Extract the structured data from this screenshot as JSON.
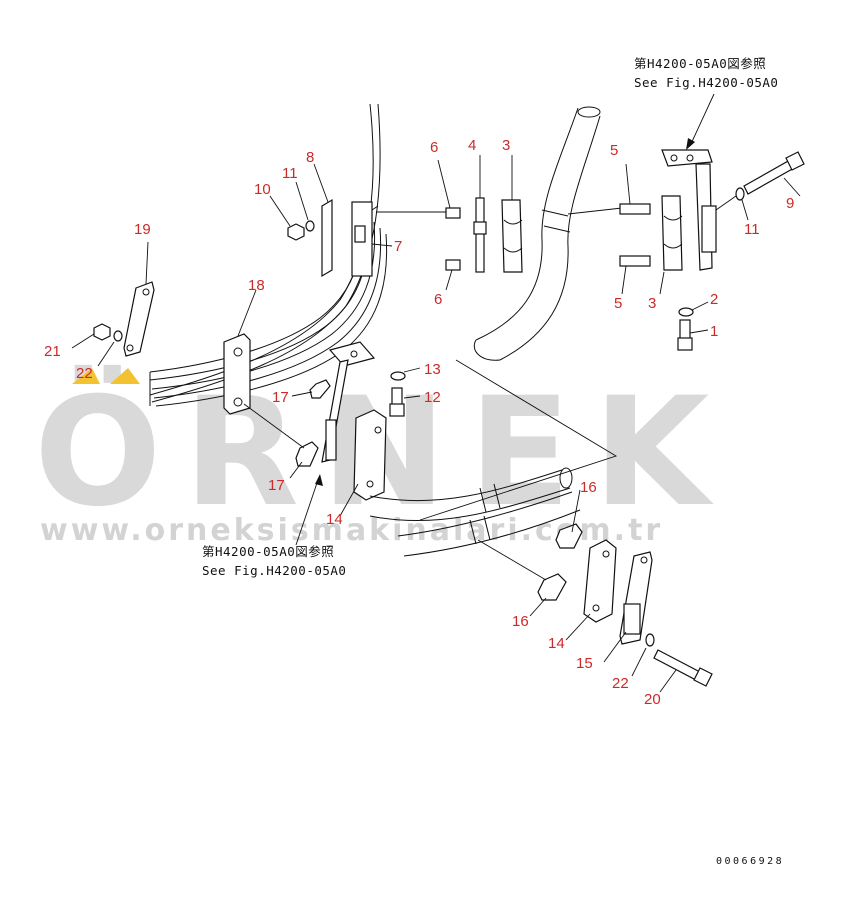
{
  "watermark": {
    "brand": "ÖRNEK",
    "url": "www.orneksismakinalari.com.tr",
    "accent_color": "#f2c230",
    "gray_color": "#d9d9d9"
  },
  "references": {
    "top_jp": "第H4200-05A0図参照",
    "top_en": "See Fig.H4200-05A0",
    "mid_jp": "第H4200-05A0図参照",
    "mid_en": "See Fig.H4200-05A0"
  },
  "doc_number": "00066928",
  "label_color": "#cc2a2a",
  "callouts": [
    {
      "id": "c1",
      "num": "1"
    },
    {
      "id": "c2",
      "num": "2"
    },
    {
      "id": "c3a",
      "num": "3"
    },
    {
      "id": "c3b",
      "num": "3"
    },
    {
      "id": "c4",
      "num": "4"
    },
    {
      "id": "c5a",
      "num": "5"
    },
    {
      "id": "c5b",
      "num": "5"
    },
    {
      "id": "c6a",
      "num": "6"
    },
    {
      "id": "c6b",
      "num": "6"
    },
    {
      "id": "c7",
      "num": "7"
    },
    {
      "id": "c8",
      "num": "8"
    },
    {
      "id": "c9",
      "num": "9"
    },
    {
      "id": "c10",
      "num": "10"
    },
    {
      "id": "c11a",
      "num": "11"
    },
    {
      "id": "c11b",
      "num": "11"
    },
    {
      "id": "c12",
      "num": "12"
    },
    {
      "id": "c13",
      "num": "13"
    },
    {
      "id": "c14a",
      "num": "14"
    },
    {
      "id": "c14b",
      "num": "14"
    },
    {
      "id": "c15",
      "num": "15"
    },
    {
      "id": "c16a",
      "num": "16"
    },
    {
      "id": "c16b",
      "num": "16"
    },
    {
      "id": "c17a",
      "num": "17"
    },
    {
      "id": "c17b",
      "num": "17"
    },
    {
      "id": "c18",
      "num": "18"
    },
    {
      "id": "c19",
      "num": "19"
    },
    {
      "id": "c20",
      "num": "20"
    },
    {
      "id": "c21",
      "num": "21"
    },
    {
      "id": "c22a",
      "num": "22"
    },
    {
      "id": "c22b",
      "num": "22"
    }
  ]
}
